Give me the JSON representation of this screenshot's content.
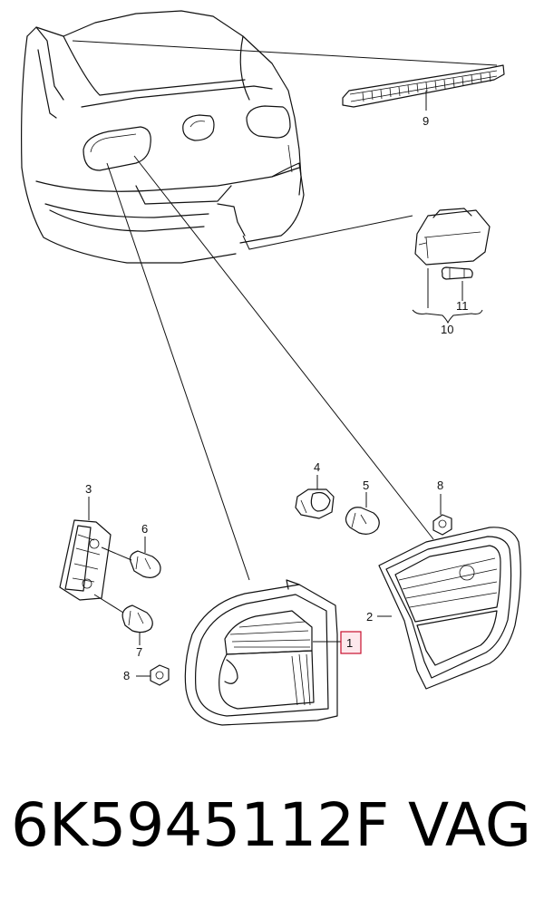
{
  "diagram": {
    "callouts": {
      "c1": "1",
      "c2": "2",
      "c3": "3",
      "c4": "4",
      "c5": "5",
      "c6": "6",
      "c7": "7",
      "c8a": "8",
      "c8b": "8",
      "c9": "9",
      "c10": "10",
      "c11": "11"
    },
    "highlighted_callout": "1",
    "colors": {
      "highlight_fill": "#fde8ec",
      "highlight_stroke": "#c8102e"
    }
  },
  "footer": {
    "part_number": "6K5945112F",
    "brand": "VAG"
  }
}
